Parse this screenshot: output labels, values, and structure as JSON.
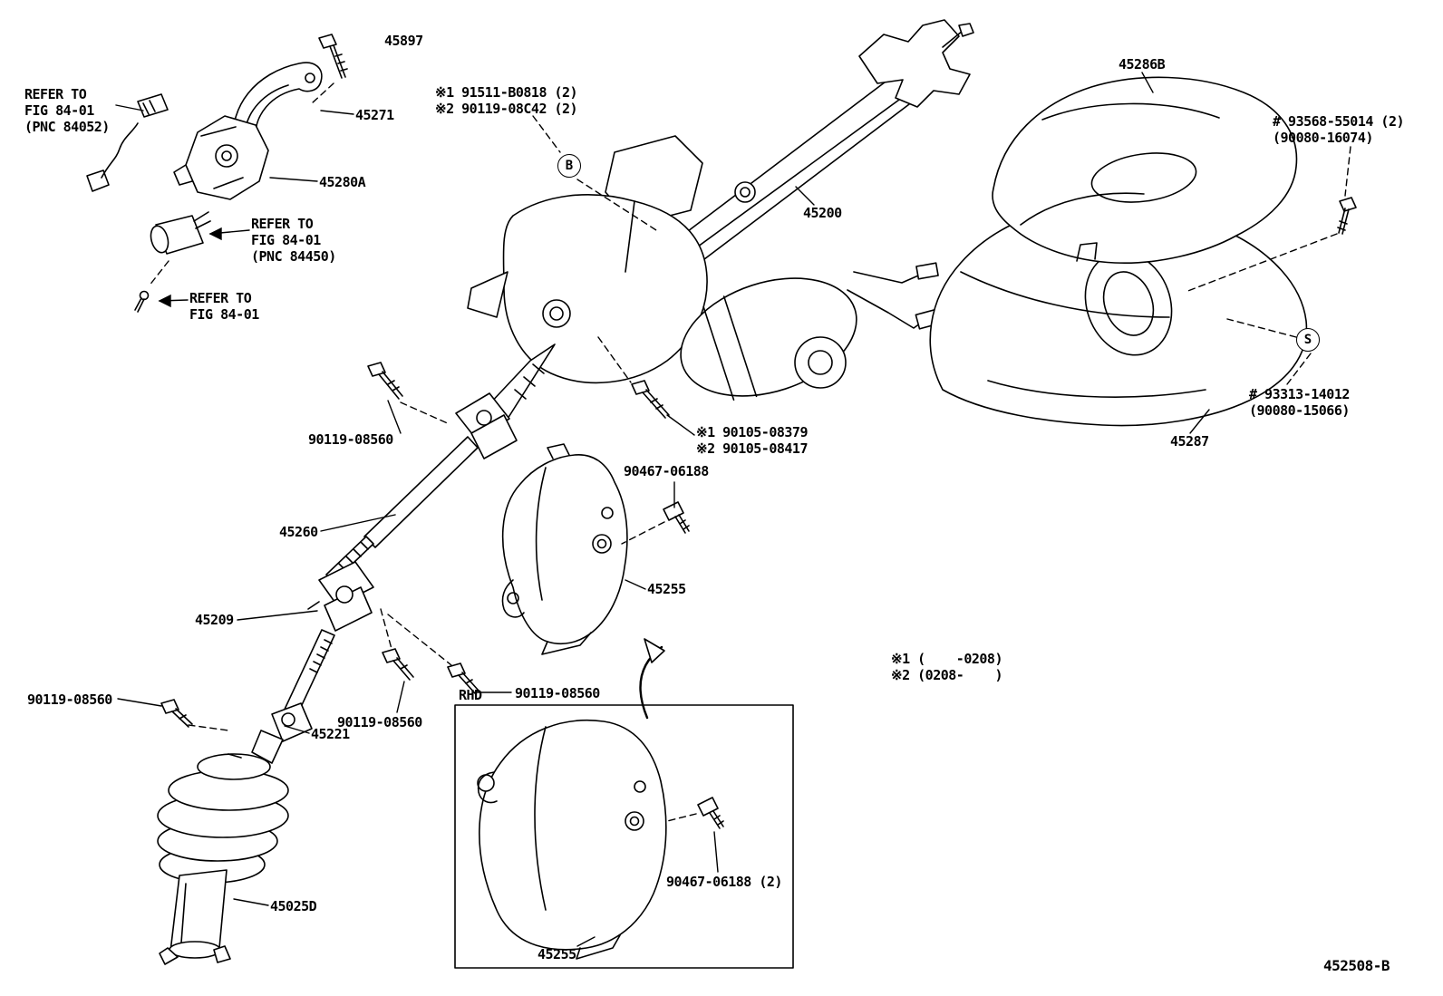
{
  "colors": {
    "line": "#000000",
    "background": "#ffffff"
  },
  "labels": {
    "refer_84052": "REFER TO\nFIG 84-01\n(PNC 84052)",
    "bolt_45897": "45897",
    "part_45271": "45271",
    "part_45280a": "45280A",
    "refer_84450": "REFER TO\nFIG 84-01\n(PNC 84450)",
    "refer_fig": "REFER TO\nFIG 84-01",
    "note_91511": "※1 91511-B0818 (2)\n※2 90119-08C42 (2)",
    "callout_b": "B",
    "part_45200": "45200",
    "part_45286b": "45286B",
    "note_93568": "# 93568-55014 (2)\n(90080-16074)",
    "callout_s": "S",
    "note_93313": "# 93313-14012\n(90080-15066)",
    "part_45287": "45287",
    "bolt_90119_a": "90119-08560",
    "note_90105": "※1 90105-08379\n※2 90105-08417",
    "clip_90467": "90467-06188",
    "part_45260": "45260",
    "part_45255": "45255",
    "part_45209": "45209",
    "bolt_90119_b": "90119-08560",
    "rhd": "RHD",
    "bolt_90119_c": "90119-08560",
    "bolt_90119_d": "90119-08560",
    "part_45221": "45221",
    "note_applicability": "※1 (    -0208)\n※2 (0208-    )",
    "part_45025d": "45025D",
    "rhd_part_45255": "45255",
    "rhd_clip_90467": "90467-06188 (2)",
    "diagram_code": "452508-B"
  }
}
